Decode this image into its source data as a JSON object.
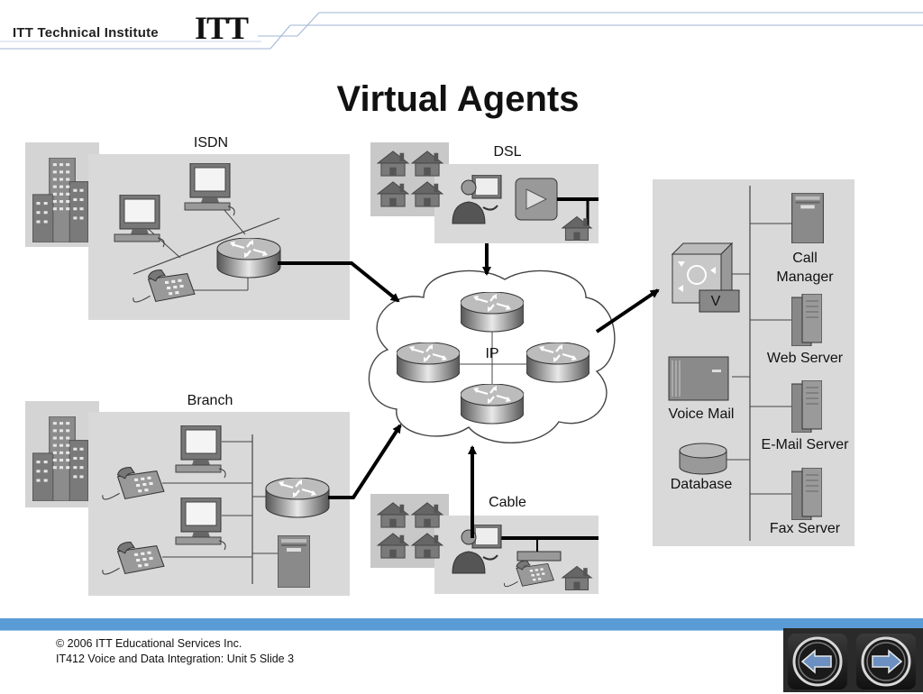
{
  "header": {
    "brand_text": "ITT Technical Institute",
    "brand_logo": "ITT"
  },
  "title": "Virtual Agents",
  "labels": {
    "isdn": "ISDN",
    "dsl": "DSL",
    "branch": "Branch",
    "cable": "Cable",
    "ip": "IP",
    "call_manager_line1": "Call",
    "call_manager_line2": "Manager",
    "voice_gateway_letter": "V",
    "web_server": "Web Server",
    "voice_mail": "Voice Mail",
    "email_server": "E-Mail Server",
    "database": "Database",
    "fax_server": "Fax Server"
  },
  "footer": {
    "copyright": "© 2006 ITT Educational Services Inc.",
    "course": "IT412 Voice and Data Integration: Unit 5 Slide 3"
  },
  "nav": {
    "back_icon": "arrow-left-icon",
    "forward_icon": "arrow-right-icon"
  },
  "colors": {
    "panel_gray": "#d9d9d9",
    "building_gray": "#8c8c8c",
    "footer_blue": "#5b9bd5"
  }
}
